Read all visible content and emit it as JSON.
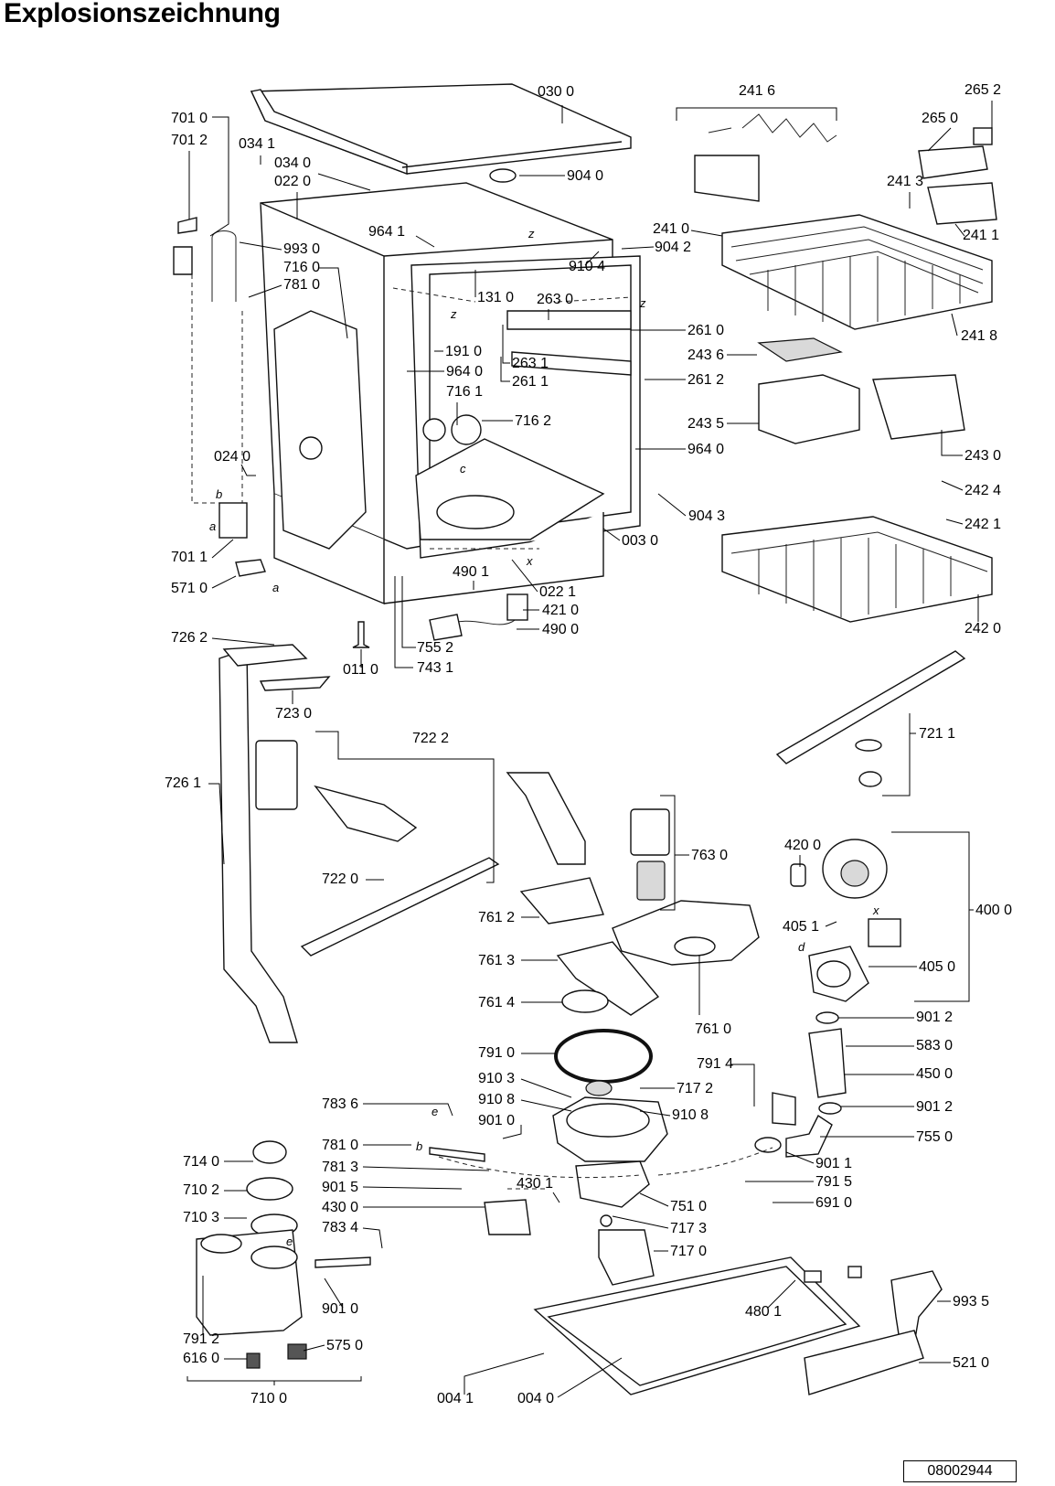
{
  "title": "Explosionszeichnung",
  "drawing_number": "08002944",
  "callouts": [
    {
      "id": "030-0",
      "label": "030 0"
    },
    {
      "id": "241-6",
      "label": "241 6"
    },
    {
      "id": "265-2",
      "label": "265 2"
    },
    {
      "id": "701-0",
      "label": "701 0"
    },
    {
      "id": "265-0",
      "label": "265 0"
    },
    {
      "id": "701-2",
      "label": "701 2"
    },
    {
      "id": "034-1",
      "label": "034 1"
    },
    {
      "id": "034-0",
      "label": "034 0"
    },
    {
      "id": "904-0",
      "label": "904 0"
    },
    {
      "id": "022-0",
      "label": "022 0"
    },
    {
      "id": "241-3",
      "label": "241 3"
    },
    {
      "id": "964-1",
      "label": "964 1"
    },
    {
      "id": "241-0",
      "label": "241 0"
    },
    {
      "id": "904-2",
      "label": "904 2"
    },
    {
      "id": "241-1",
      "label": "241 1"
    },
    {
      "id": "993-0",
      "label": "993 0"
    },
    {
      "id": "716-0",
      "label": "716 0"
    },
    {
      "id": "910-4",
      "label": "910 4"
    },
    {
      "id": "781-0",
      "label": "781 0"
    },
    {
      "id": "131-0",
      "label": "131 0"
    },
    {
      "id": "263-0",
      "label": "263 0"
    },
    {
      "id": "261-0",
      "label": "261 0"
    },
    {
      "id": "241-8",
      "label": "241 8"
    },
    {
      "id": "191-0",
      "label": "191 0"
    },
    {
      "id": "243-6",
      "label": "243 6"
    },
    {
      "id": "263-1",
      "label": "263 1"
    },
    {
      "id": "964-0a",
      "label": "964 0"
    },
    {
      "id": "261-1",
      "label": "261 1"
    },
    {
      "id": "261-2",
      "label": "261 2"
    },
    {
      "id": "716-1",
      "label": "716 1"
    },
    {
      "id": "716-2",
      "label": "716 2"
    },
    {
      "id": "243-5",
      "label": "243 5"
    },
    {
      "id": "964-0b",
      "label": "964 0"
    },
    {
      "id": "024-0",
      "label": "024 0"
    },
    {
      "id": "243-0",
      "label": "243 0"
    },
    {
      "id": "242-4",
      "label": "242 4"
    },
    {
      "id": "904-3",
      "label": "904 3"
    },
    {
      "id": "242-1",
      "label": "242 1"
    },
    {
      "id": "003-0",
      "label": "003 0"
    },
    {
      "id": "701-1",
      "label": "701 1"
    },
    {
      "id": "490-1",
      "label": "490 1"
    },
    {
      "id": "571-0",
      "label": "571 0"
    },
    {
      "id": "022-1",
      "label": "022 1"
    },
    {
      "id": "421-0",
      "label": "421 0"
    },
    {
      "id": "490-0",
      "label": "490 0"
    },
    {
      "id": "242-0",
      "label": "242 0"
    },
    {
      "id": "726-2",
      "label": "726 2"
    },
    {
      "id": "755-2",
      "label": "755 2"
    },
    {
      "id": "011-0",
      "label": "011 0"
    },
    {
      "id": "743-1",
      "label": "743 1"
    },
    {
      "id": "723-0",
      "label": "723 0"
    },
    {
      "id": "722-2",
      "label": "722 2"
    },
    {
      "id": "721-1",
      "label": "721 1"
    },
    {
      "id": "726-1",
      "label": "726 1"
    },
    {
      "id": "763-0",
      "label": "763 0"
    },
    {
      "id": "420-0",
      "label": "420 0"
    },
    {
      "id": "722-0",
      "label": "722 0"
    },
    {
      "id": "400-0",
      "label": "400 0"
    },
    {
      "id": "761-2",
      "label": "761 2"
    },
    {
      "id": "405-1",
      "label": "405 1"
    },
    {
      "id": "761-3",
      "label": "761 3"
    },
    {
      "id": "405-0",
      "label": "405 0"
    },
    {
      "id": "761-4",
      "label": "761 4"
    },
    {
      "id": "761-0",
      "label": "761 0"
    },
    {
      "id": "901-2a",
      "label": "901 2"
    },
    {
      "id": "583-0",
      "label": "583 0"
    },
    {
      "id": "791-0",
      "label": "791 0"
    },
    {
      "id": "791-4",
      "label": "791 4"
    },
    {
      "id": "450-0",
      "label": "450 0"
    },
    {
      "id": "910-3",
      "label": "910 3"
    },
    {
      "id": "717-2",
      "label": "717 2"
    },
    {
      "id": "910-8a",
      "label": "910 8"
    },
    {
      "id": "910-8b",
      "label": "910 8"
    },
    {
      "id": "783-6",
      "label": "783 6"
    },
    {
      "id": "901-2b",
      "label": "901 2"
    },
    {
      "id": "901-0a",
      "label": "901 0"
    },
    {
      "id": "755-0",
      "label": "755 0"
    },
    {
      "id": "781-0b",
      "label": "781 0"
    },
    {
      "id": "714-0",
      "label": "714 0"
    },
    {
      "id": "901-1",
      "label": "901 1"
    },
    {
      "id": "781-3",
      "label": "781 3"
    },
    {
      "id": "430-1",
      "label": "430 1"
    },
    {
      "id": "710-2",
      "label": "710 2"
    },
    {
      "id": "901-5",
      "label": "901 5"
    },
    {
      "id": "791-5",
      "label": "791 5"
    },
    {
      "id": "751-0",
      "label": "751 0"
    },
    {
      "id": "430-0",
      "label": "430 0"
    },
    {
      "id": "691-0",
      "label": "691 0"
    },
    {
      "id": "710-3",
      "label": "710 3"
    },
    {
      "id": "717-3",
      "label": "717 3"
    },
    {
      "id": "783-4",
      "label": "783 4"
    },
    {
      "id": "717-0",
      "label": "717 0"
    },
    {
      "id": "480-1",
      "label": "480 1"
    },
    {
      "id": "993-5",
      "label": "993 5"
    },
    {
      "id": "901-0b",
      "label": "901 0"
    },
    {
      "id": "791-2",
      "label": "791 2"
    },
    {
      "id": "575-0",
      "label": "575 0"
    },
    {
      "id": "616-0",
      "label": "616 0"
    },
    {
      "id": "521-0",
      "label": "521 0"
    },
    {
      "id": "710-0",
      "label": "710 0"
    },
    {
      "id": "004-1",
      "label": "004 1"
    },
    {
      "id": "004-0",
      "label": "004 0"
    }
  ],
  "connection_letters": [
    {
      "id": "z1",
      "label": "z"
    },
    {
      "id": "z2",
      "label": "z"
    },
    {
      "id": "z3",
      "label": "z"
    },
    {
      "id": "c",
      "label": "c"
    },
    {
      "id": "x1",
      "label": "x"
    },
    {
      "id": "x2",
      "label": "x"
    },
    {
      "id": "b1",
      "label": "b"
    },
    {
      "id": "b2",
      "label": "b"
    },
    {
      "id": "a1",
      "label": "a"
    },
    {
      "id": "a2",
      "label": "a"
    },
    {
      "id": "d",
      "label": "d"
    },
    {
      "id": "e1",
      "label": "e"
    },
    {
      "id": "e2",
      "label": "e"
    }
  ]
}
